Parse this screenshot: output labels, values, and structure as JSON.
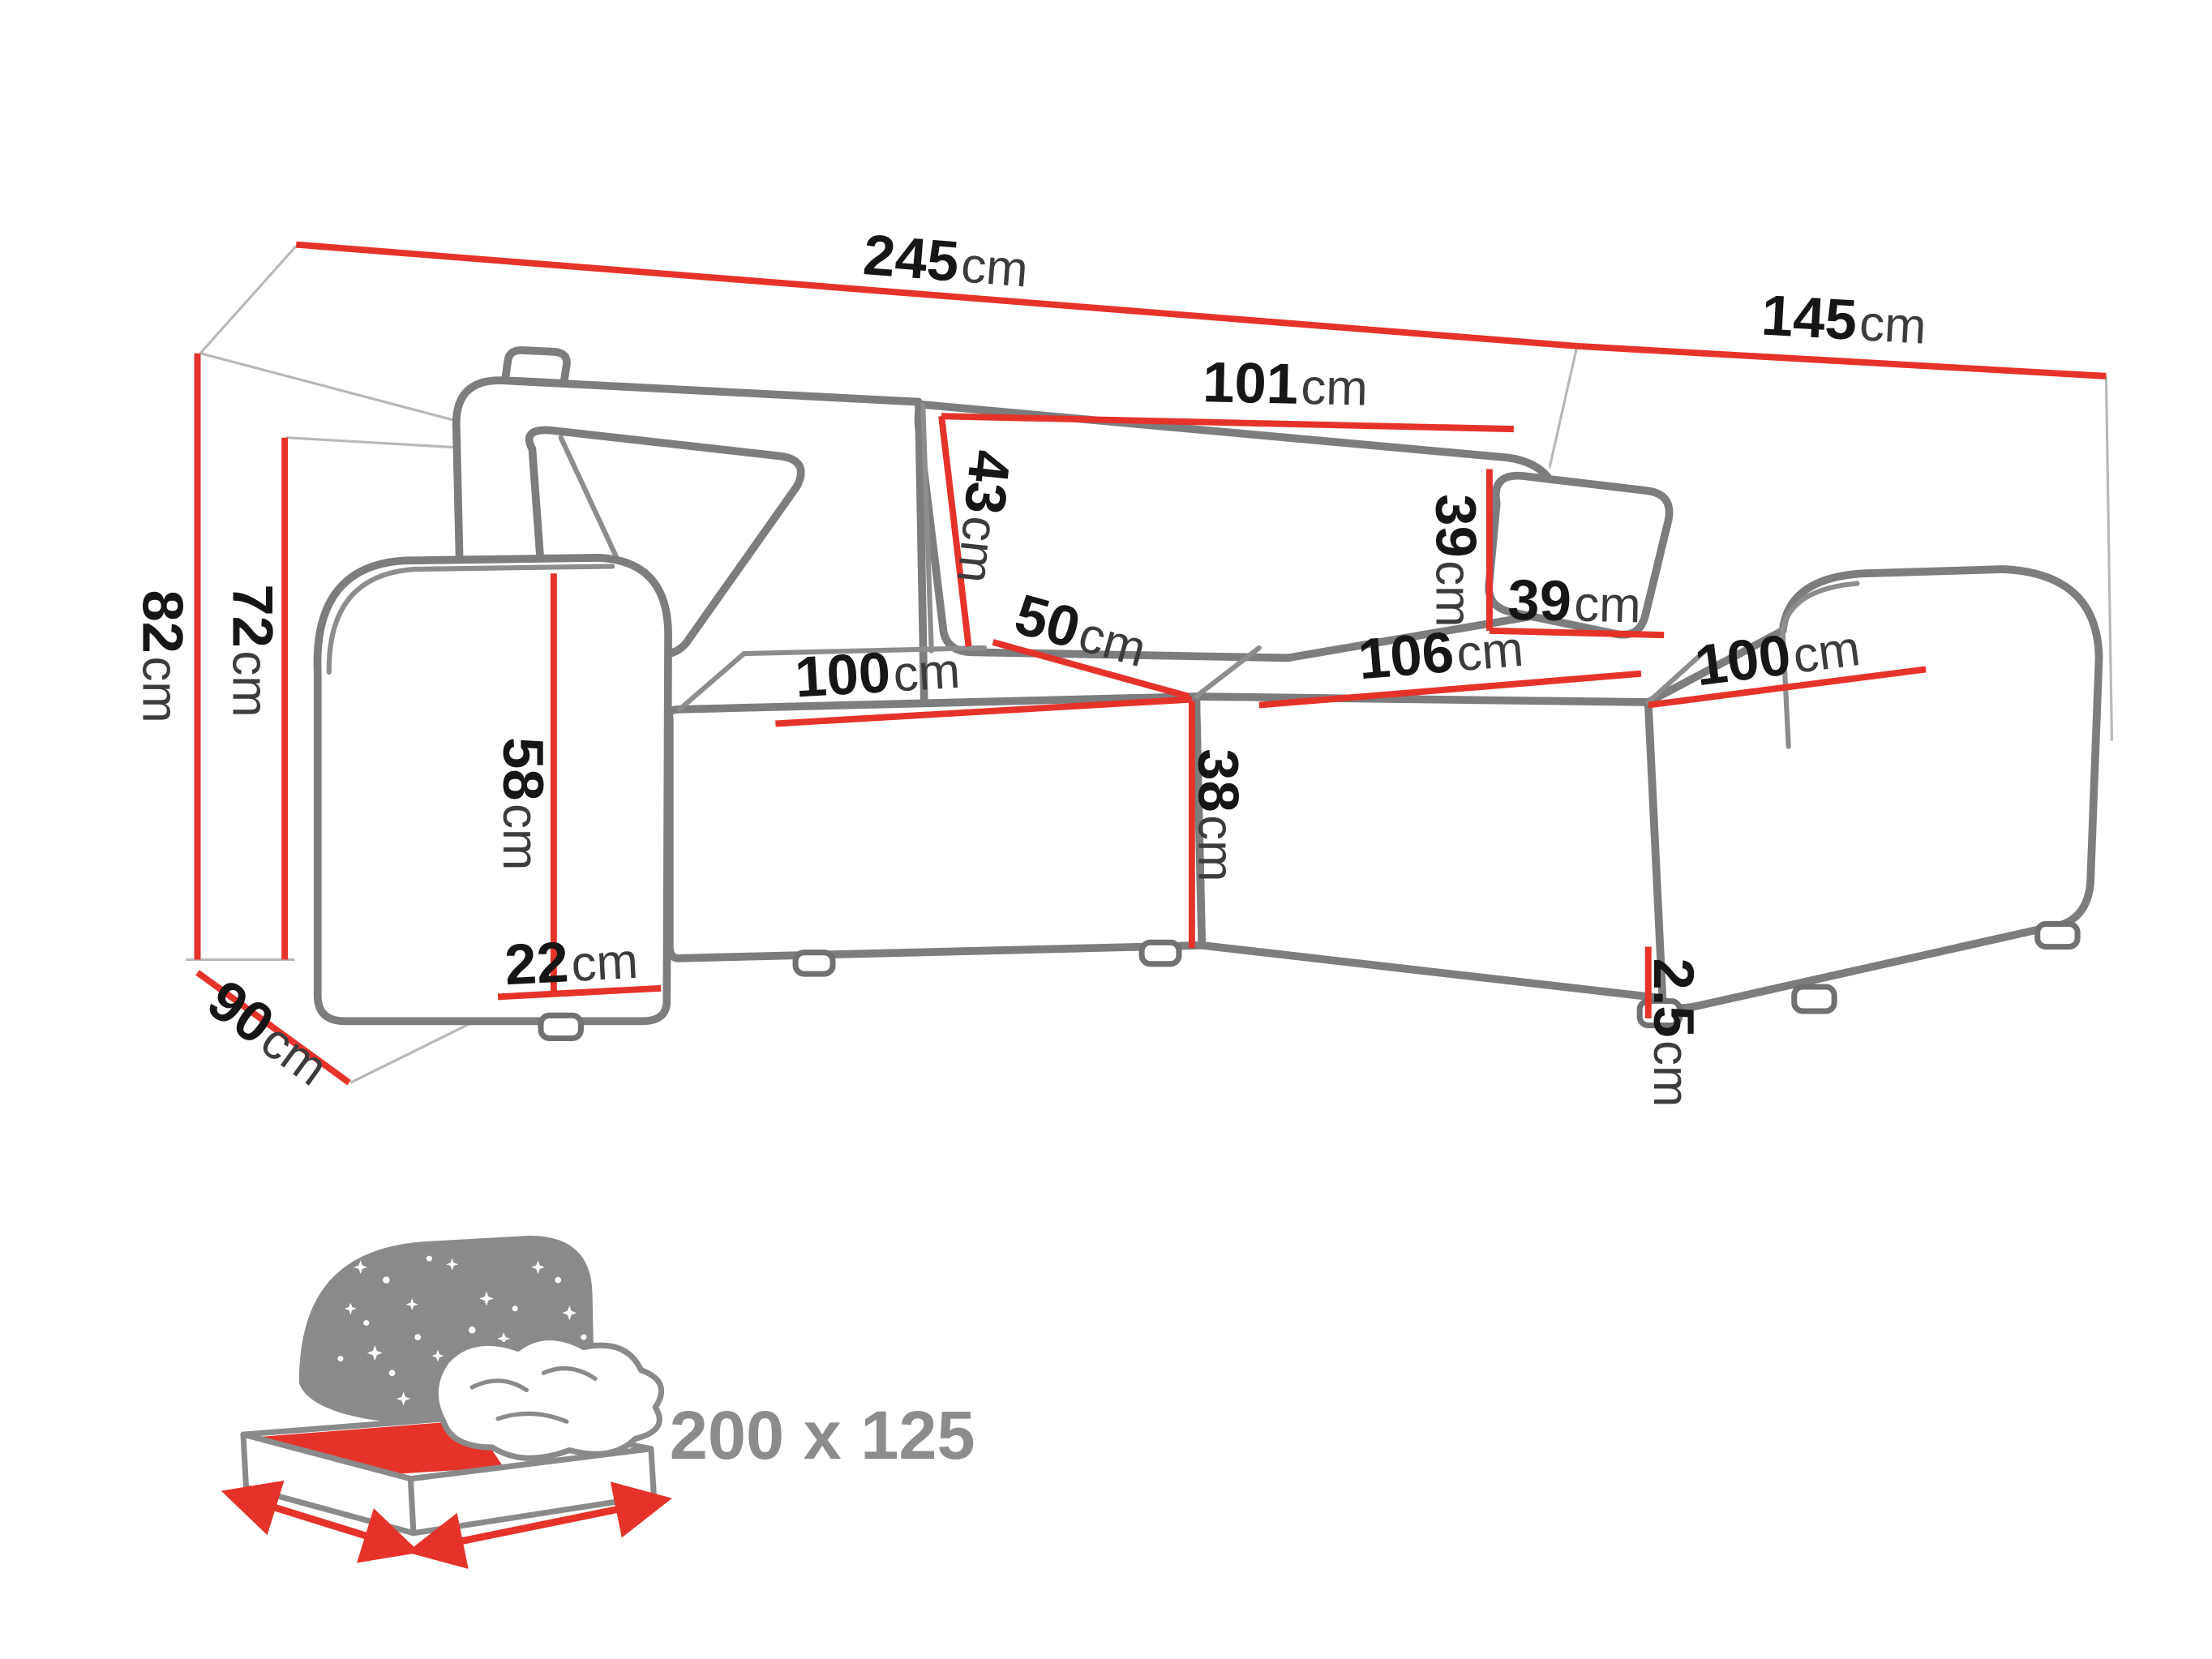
{
  "colors": {
    "dimension_red": "#e5332a",
    "sofa_outline_gray": "#7b7d7f",
    "value_text": "#161616",
    "unit_text": "#3c3c3c",
    "icon_gray": "#8a8a8a",
    "background": "#ffffff"
  },
  "diagram": {
    "dimensions": {
      "total_width": {
        "value": "245",
        "unit": "cm"
      },
      "total_depth_right": {
        "value": "145",
        "unit": "cm"
      },
      "total_height": {
        "value": "82",
        "unit": "cm"
      },
      "backrest_height": {
        "value": "72",
        "unit": "cm"
      },
      "left_side_depth": {
        "value": "90",
        "unit": "cm"
      },
      "backrest_section_width": {
        "value": "101",
        "unit": "cm"
      },
      "back_cushion_height": {
        "value": "43",
        "unit": "cm"
      },
      "corner_seat_width": {
        "value": "50",
        "unit": "cm"
      },
      "left_seat_width": {
        "value": "100",
        "unit": "cm"
      },
      "armrest_height": {
        "value": "58",
        "unit": "cm"
      },
      "seat_height": {
        "value": "38",
        "unit": "cm"
      },
      "armrest_width": {
        "value": "22",
        "unit": "cm"
      },
      "chaise_seat_width": {
        "value": "106",
        "unit": "cm"
      },
      "pillow_height": {
        "value": "39",
        "unit": "cm"
      },
      "pillow_width": {
        "value": "39",
        "unit": "cm"
      },
      "right_seat_width": {
        "value": "100",
        "unit": "cm"
      },
      "leg_height": {
        "value": "2.5",
        "unit": "cm"
      }
    }
  },
  "sleeping_area": {
    "label": "200 x 125"
  }
}
